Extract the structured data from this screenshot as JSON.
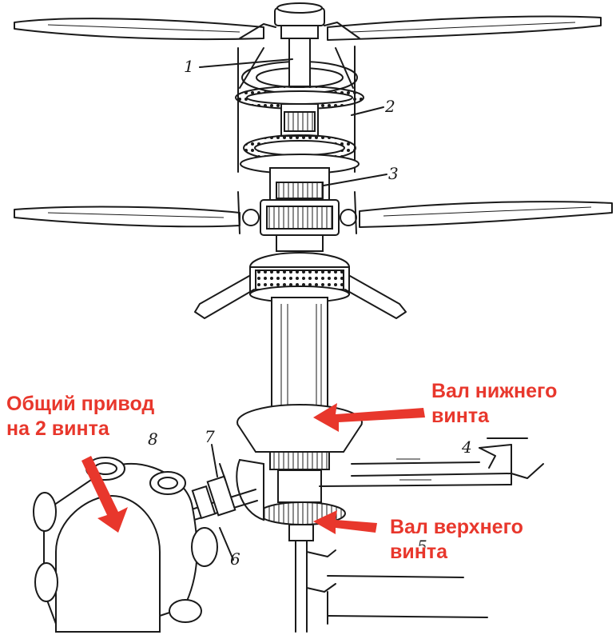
{
  "figure_numbers": [
    "1",
    "2",
    "3",
    "7",
    "8",
    "6",
    "4",
    "5"
  ],
  "annotations": {
    "common_drive_line1": "Общий привод",
    "common_drive_line2": "на 2 винта",
    "lower_shaft_line1": "Вал нижнего",
    "lower_shaft_line2": "винта",
    "upper_shaft_line1": "Вал верхнего",
    "upper_shaft_line2": "винта"
  },
  "colors": {
    "annotation": "#e8372c",
    "ink": "#1a1a1a",
    "arrow": "#e8372c"
  }
}
